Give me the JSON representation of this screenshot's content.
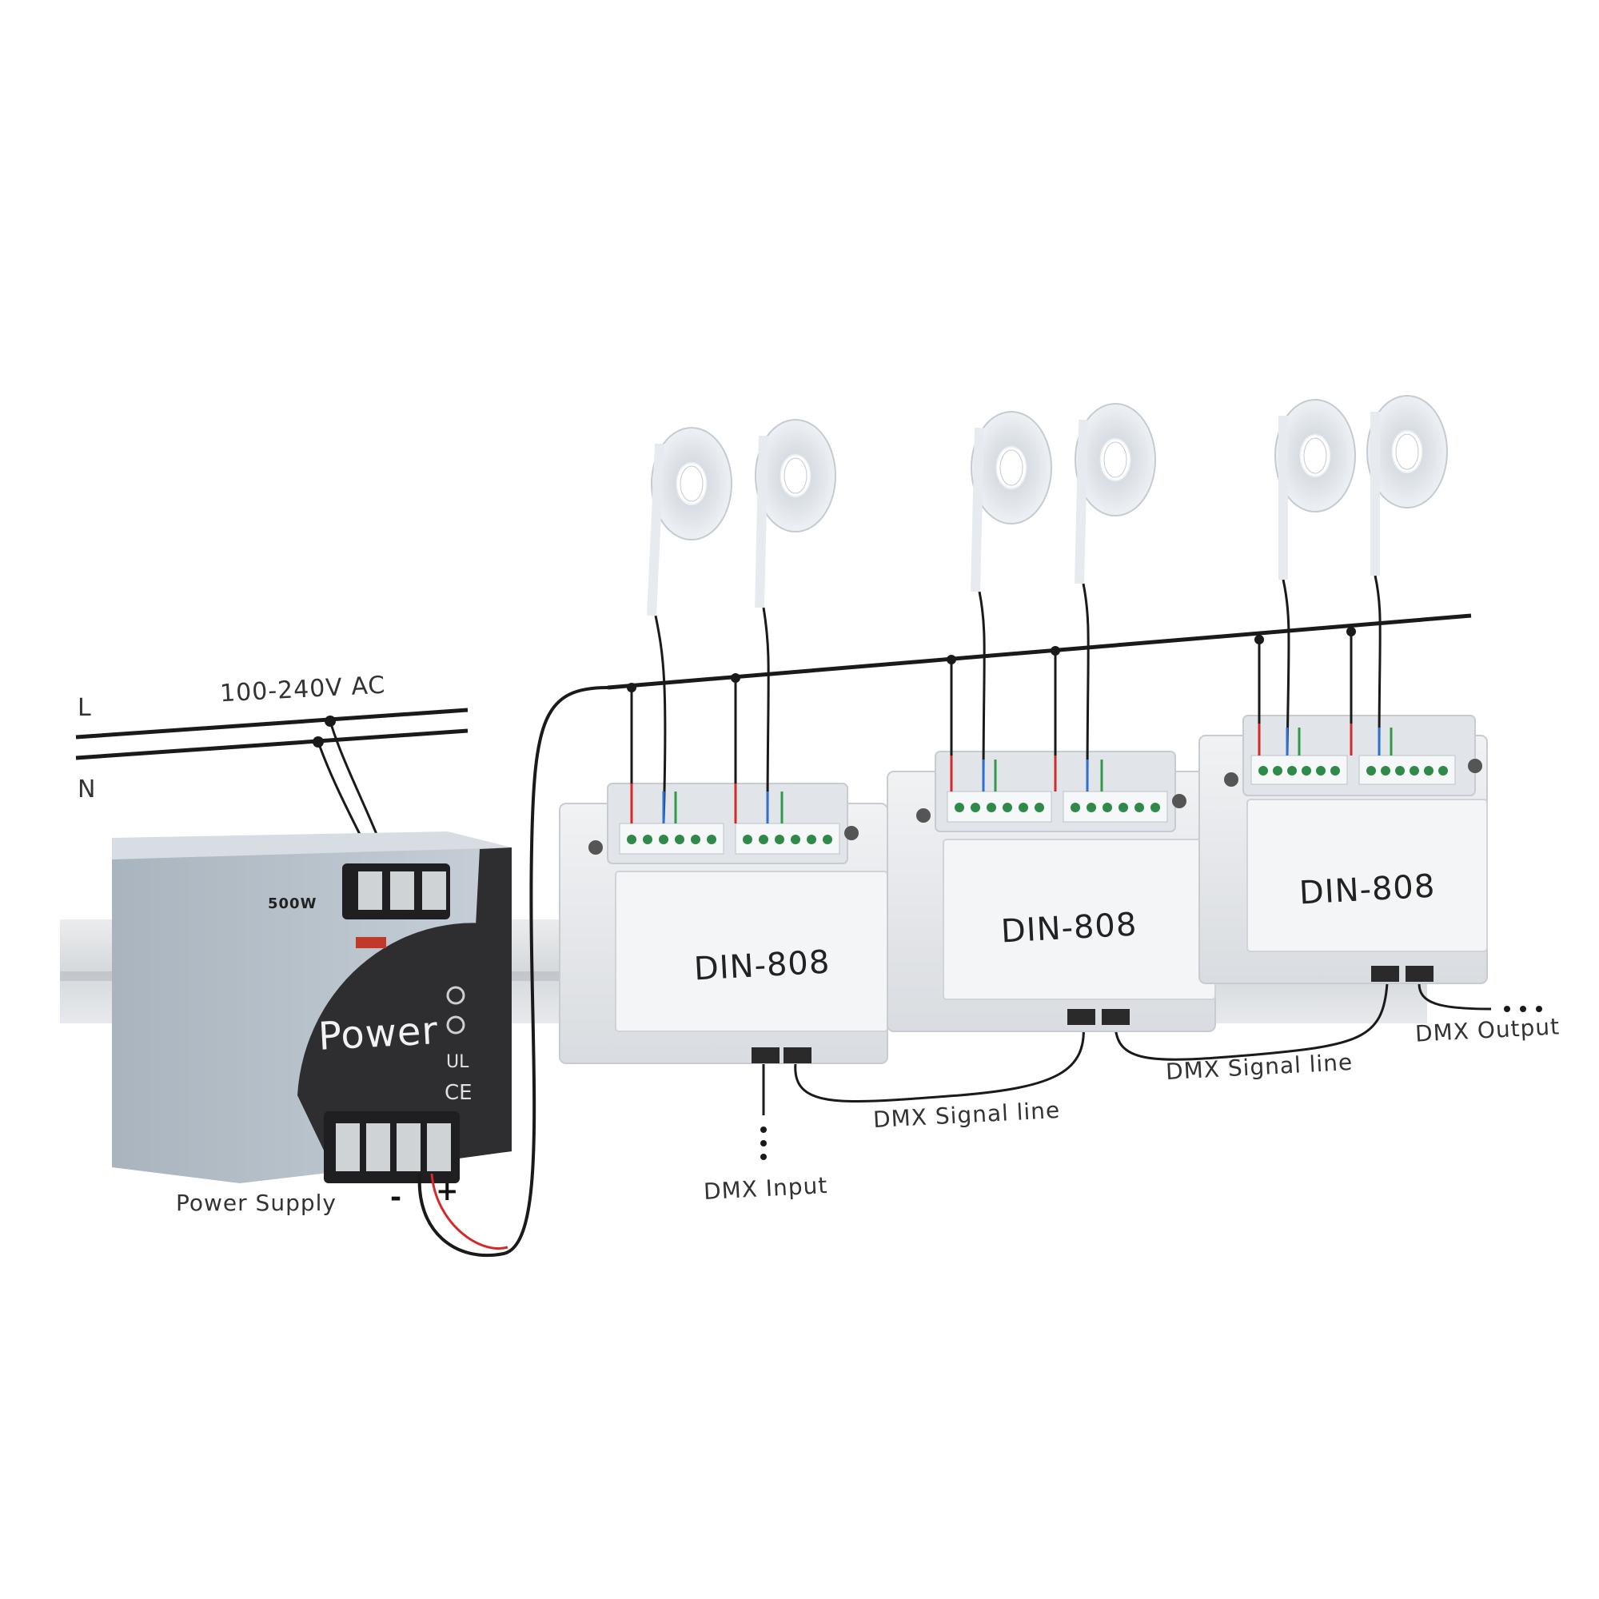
{
  "labels": {
    "ac": "100-240V AC",
    "line_l": "L",
    "line_n": "N",
    "power_supply": "Power Supply",
    "power_face": "Power",
    "wattage": "500W",
    "minus": "-",
    "plus": "+",
    "dmx_input": "DMX Input",
    "dmx_signal_1": "DMX Signal line",
    "dmx_signal_2": "DMX Signal line",
    "dmx_output": "DMX Output"
  },
  "modules": [
    {
      "name": "DIN-808"
    },
    {
      "name": "DIN-808"
    },
    {
      "name": "DIN-808"
    }
  ],
  "colors": {
    "wire": "#1a1a1a",
    "wire_red": "#d42a2a",
    "wire_green": "#2f9a4a",
    "wire_blue": "#2f6fd0",
    "module_body": "#e8eaed",
    "psu_body": "#b9c3cc",
    "psu_face": "#2e2e30",
    "terminal_green": "#2f8a4a",
    "rail": "#c9cdd1"
  }
}
